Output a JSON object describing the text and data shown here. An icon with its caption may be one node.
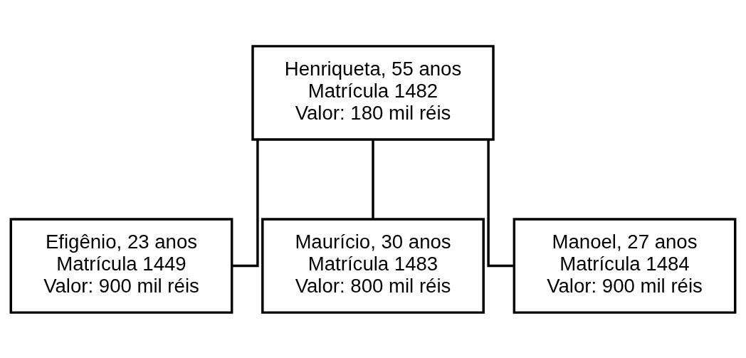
{
  "diagram": {
    "nodes": [
      {
        "text": [
          "Henriqueta, 55 anos",
          "Matrícula 1482",
          "Valor: 180 mil réis"
        ]
      },
      {
        "text": [
          "Efigênio, 23 anos",
          "Matrícula 1449",
          "Valor: 900 mil réis"
        ]
      },
      {
        "text": [
          "Maurício, 30 anos",
          "Matrícula 1483",
          "Valor: 800 mil réis"
        ]
      },
      {
        "text": [
          "Manoel, 27 anos",
          "Matrícula 1484",
          "Valor: 900 mil réis"
        ]
      }
    ],
    "edges": [
      {
        "from": 0,
        "to": 1,
        "arrow": "none"
      },
      {
        "from": 0,
        "to": 2,
        "arrow": "none"
      },
      {
        "from": 0,
        "to": 3,
        "arrow": "none"
      }
    ]
  }
}
